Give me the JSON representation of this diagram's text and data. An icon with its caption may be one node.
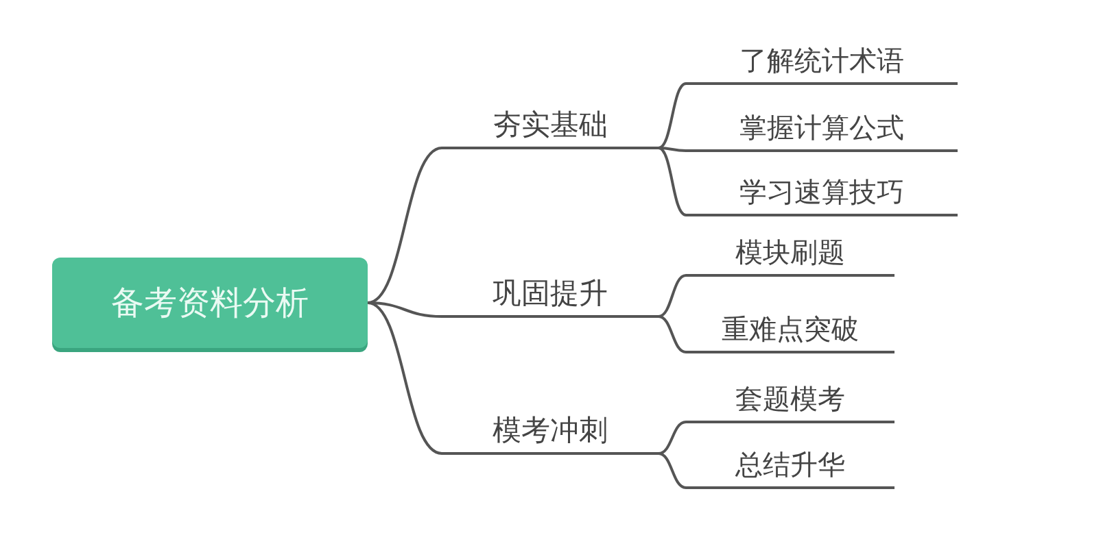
{
  "diagram": {
    "nodes": [
      {
        "text": [
          "备考资料分析"
        ]
      },
      {
        "text": [
          "夯实基础"
        ]
      },
      {
        "text": [
          "了解统计术语"
        ]
      },
      {
        "text": [
          "掌握计算公式"
        ]
      },
      {
        "text": [
          "学习速算技巧"
        ]
      },
      {
        "text": [
          "巩固提升"
        ]
      },
      {
        "text": [
          "模块刷题"
        ]
      },
      {
        "text": [
          "重难点突破"
        ]
      },
      {
        "text": [
          "模考冲刺"
        ]
      },
      {
        "text": [
          "套题模考"
        ]
      },
      {
        "text": [
          "总结升华"
        ]
      }
    ],
    "edges": [
      {
        "from": 0,
        "to": 1,
        "arrow": "none"
      },
      {
        "from": 0,
        "to": 5,
        "arrow": "none"
      },
      {
        "from": 0,
        "to": 8,
        "arrow": "none"
      },
      {
        "from": 1,
        "to": 2,
        "arrow": "none"
      },
      {
        "from": 1,
        "to": 3,
        "arrow": "none"
      },
      {
        "from": 1,
        "to": 4,
        "arrow": "none"
      },
      {
        "from": 5,
        "to": 6,
        "arrow": "none"
      },
      {
        "from": 5,
        "to": 7,
        "arrow": "none"
      },
      {
        "from": 8,
        "to": 9,
        "arrow": "none"
      },
      {
        "from": 8,
        "to": 10,
        "arrow": "none"
      }
    ]
  }
}
